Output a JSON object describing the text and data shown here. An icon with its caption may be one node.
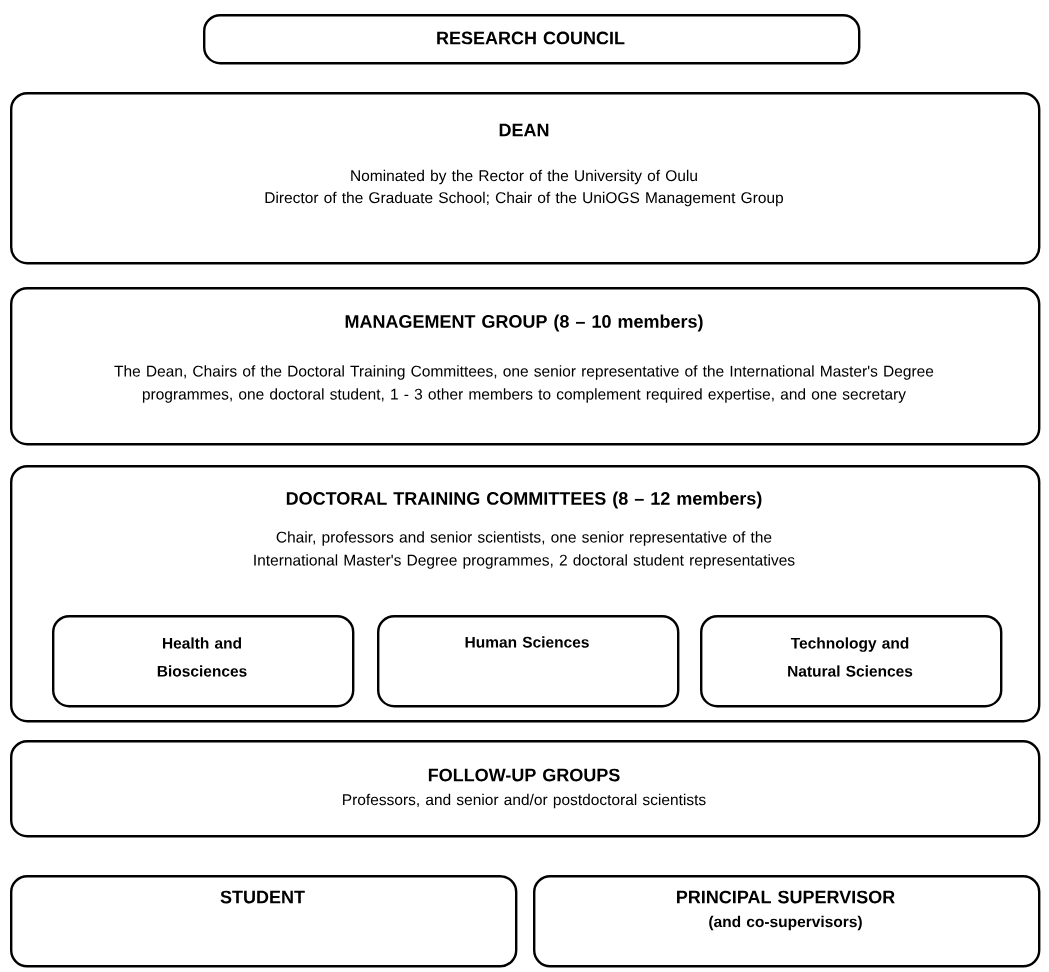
{
  "diagram": {
    "nodes": [
      {
        "text": [
          "RESEARCH COUNCIL"
        ]
      },
      {
        "text": [
          "DEAN",
          "Nominated by the Rector of the University of Oulu",
          "Director of the Graduate School; Chair of the UniOGS Management Group"
        ]
      },
      {
        "text": [
          "MANAGEMENT GROUP (8 – 10 members)",
          "The Dean, Chairs of the Doctoral Training Committees, one senior representative of the International Master's Degree programmes, one doctoral student, 1 - 3 other members to complement required expertise, and one secretary"
        ]
      },
      {
        "text": [
          "DOCTORAL TRAINING COMMITTEES (8 – 12 members)",
          "Chair, professors and senior scientists, one senior representative of the International Master's Degree programmes, 2 doctoral student representatives"
        ]
      },
      {
        "text": [
          "Health and Biosciences"
        ],
        "in": 3
      },
      {
        "text": [
          "Human Sciences"
        ],
        "in": 3
      },
      {
        "text": [
          "Technology and Natural Sciences"
        ],
        "in": 3
      },
      {
        "text": [
          "FOLLOW-UP GROUPS",
          "Professors, and senior and/or postdoctoral scientists"
        ]
      },
      {
        "text": [
          "STUDENT"
        ]
      },
      {
        "text": [
          "PRINCIPAL SUPERVISOR",
          "(and co-supervisors)"
        ]
      }
    ]
  }
}
